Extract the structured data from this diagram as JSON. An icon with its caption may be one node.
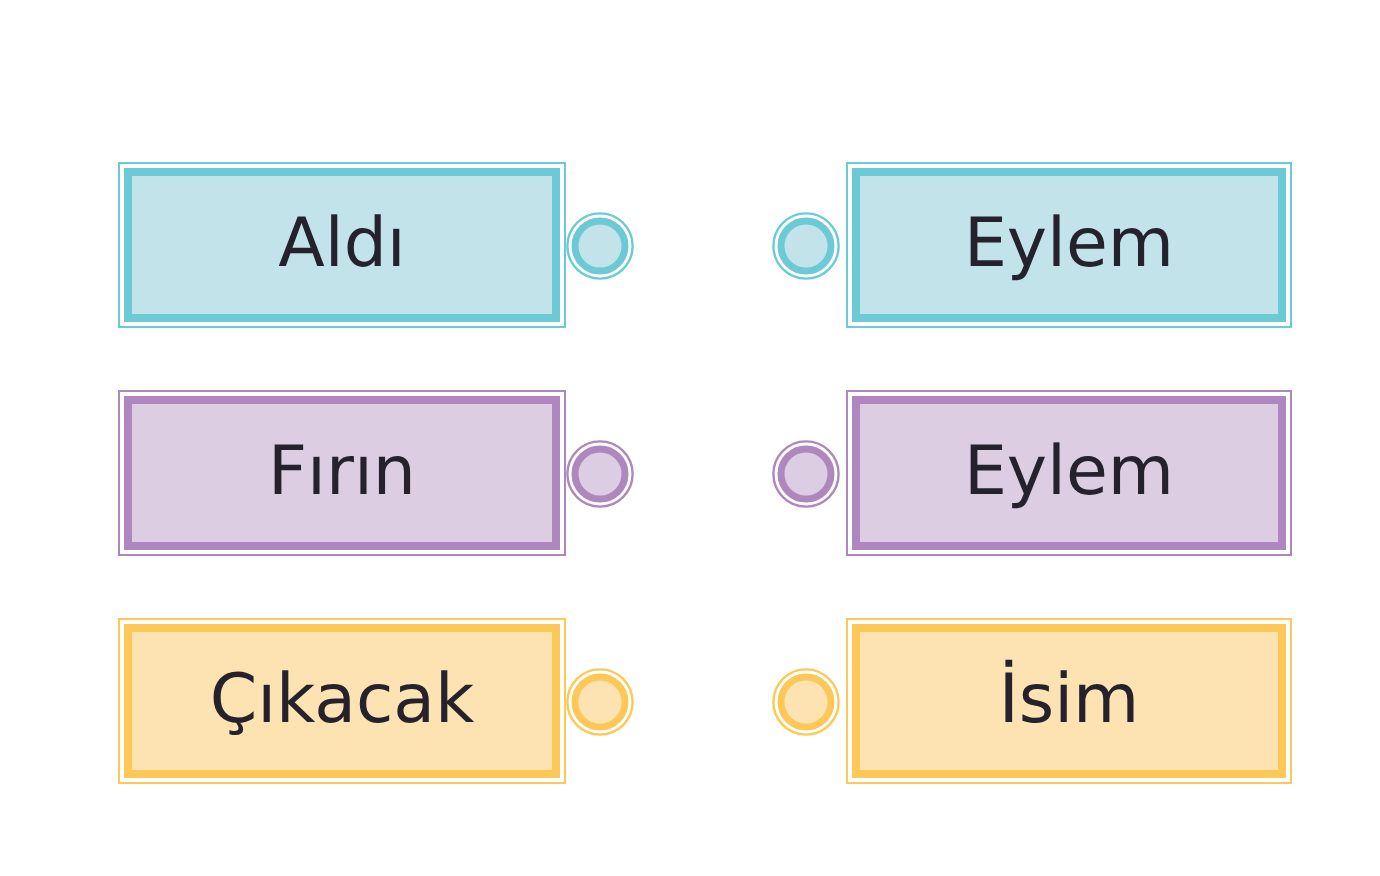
{
  "diagram": {
    "nodes": [
      {
        "text": [
          "Aldı"
        ]
      },
      {
        "text": [
          "Eylem"
        ]
      },
      {
        "text": [
          "Fırın"
        ]
      },
      {
        "text": [
          "Eylem"
        ]
      },
      {
        "text": [
          "Çıkacak"
        ]
      },
      {
        "text": [
          "İsim"
        ]
      }
    ]
  }
}
